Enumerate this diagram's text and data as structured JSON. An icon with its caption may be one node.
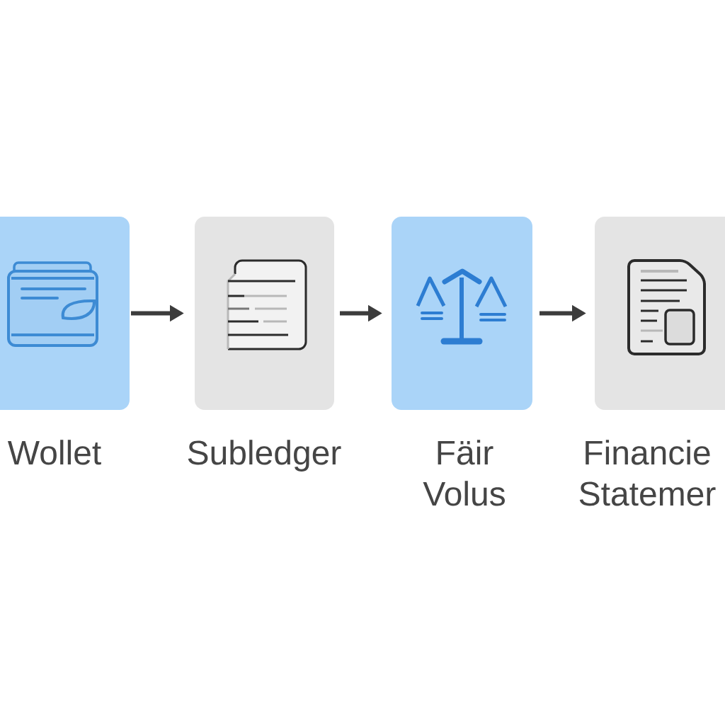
{
  "diagram": {
    "nodes": [
      {
        "text": [
          "Wollet"
        ]
      },
      {
        "text": [
          "Subledger"
        ]
      },
      {
        "text": [
          "Fäir Volus"
        ]
      },
      {
        "text": [
          "Financie Statemer"
        ]
      }
    ],
    "edges": [
      {
        "from": 0,
        "to": 1,
        "arrow": "to"
      },
      {
        "from": 1,
        "to": 2,
        "arrow": "to"
      },
      {
        "from": 2,
        "to": 3,
        "arrow": "to"
      }
    ]
  }
}
